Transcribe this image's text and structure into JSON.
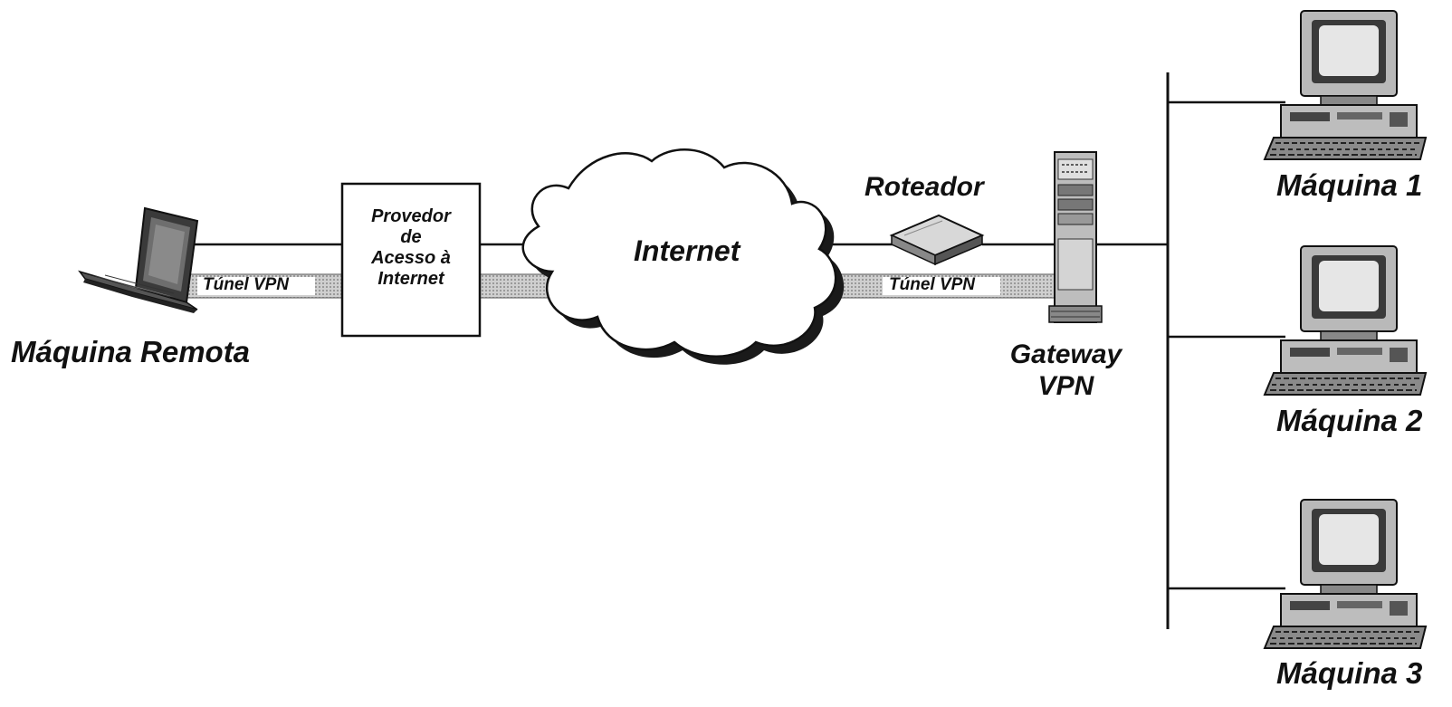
{
  "diagram": {
    "remote_machine": "Máquina Remota",
    "tunnel_left": "Túnel VPN",
    "tunnel_right": "Túnel VPN",
    "provider": [
      "Provedor",
      "de",
      "Acesso à",
      "Internet"
    ],
    "internet": "Internet",
    "router": "Roteador",
    "gateway": [
      "Gateway",
      "VPN"
    ],
    "machines": [
      "Máquina 1",
      "Máquina 2",
      "Máquina 3"
    ]
  },
  "colors": {
    "line": "#111111",
    "tunnel_fill": "#c8c8c8",
    "cloud_shadow": "#1a1a1a",
    "device_gray": "#a8a8a8"
  },
  "icons": [
    "laptop-icon",
    "cloud-icon",
    "router-icon",
    "server-tower-icon",
    "desktop-computer-icon"
  ]
}
